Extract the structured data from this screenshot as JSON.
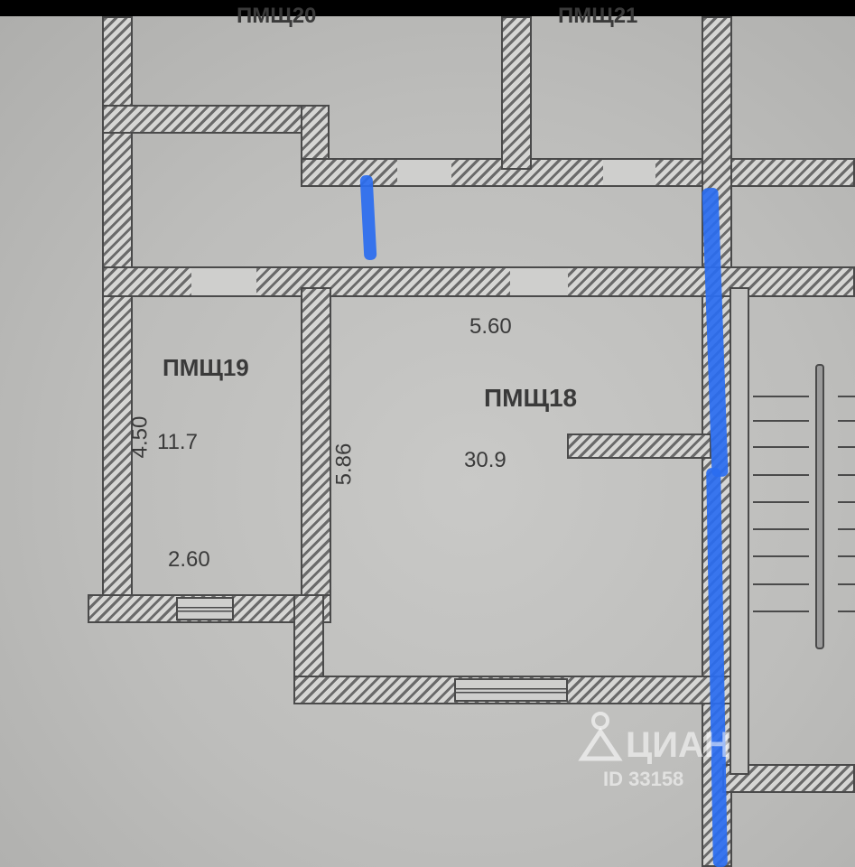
{
  "rooms": [
    {
      "label": "ПМЩ19",
      "area": "11.7",
      "width": "2.60",
      "length": "4.50"
    },
    {
      "label": "ПМЩ18",
      "area": "30.9",
      "width": "5.60",
      "length": "5.86"
    },
    {
      "label": "ПМЩ20"
    },
    {
      "label": "ПМЩ21"
    }
  ],
  "watermark": {
    "brand": "ЦИАН",
    "id_text": "ID 33158"
  },
  "colors": {
    "wall_hatch": "#6a6a6a",
    "paper": "#c4c4c2",
    "marker": "#2a6cf0"
  }
}
